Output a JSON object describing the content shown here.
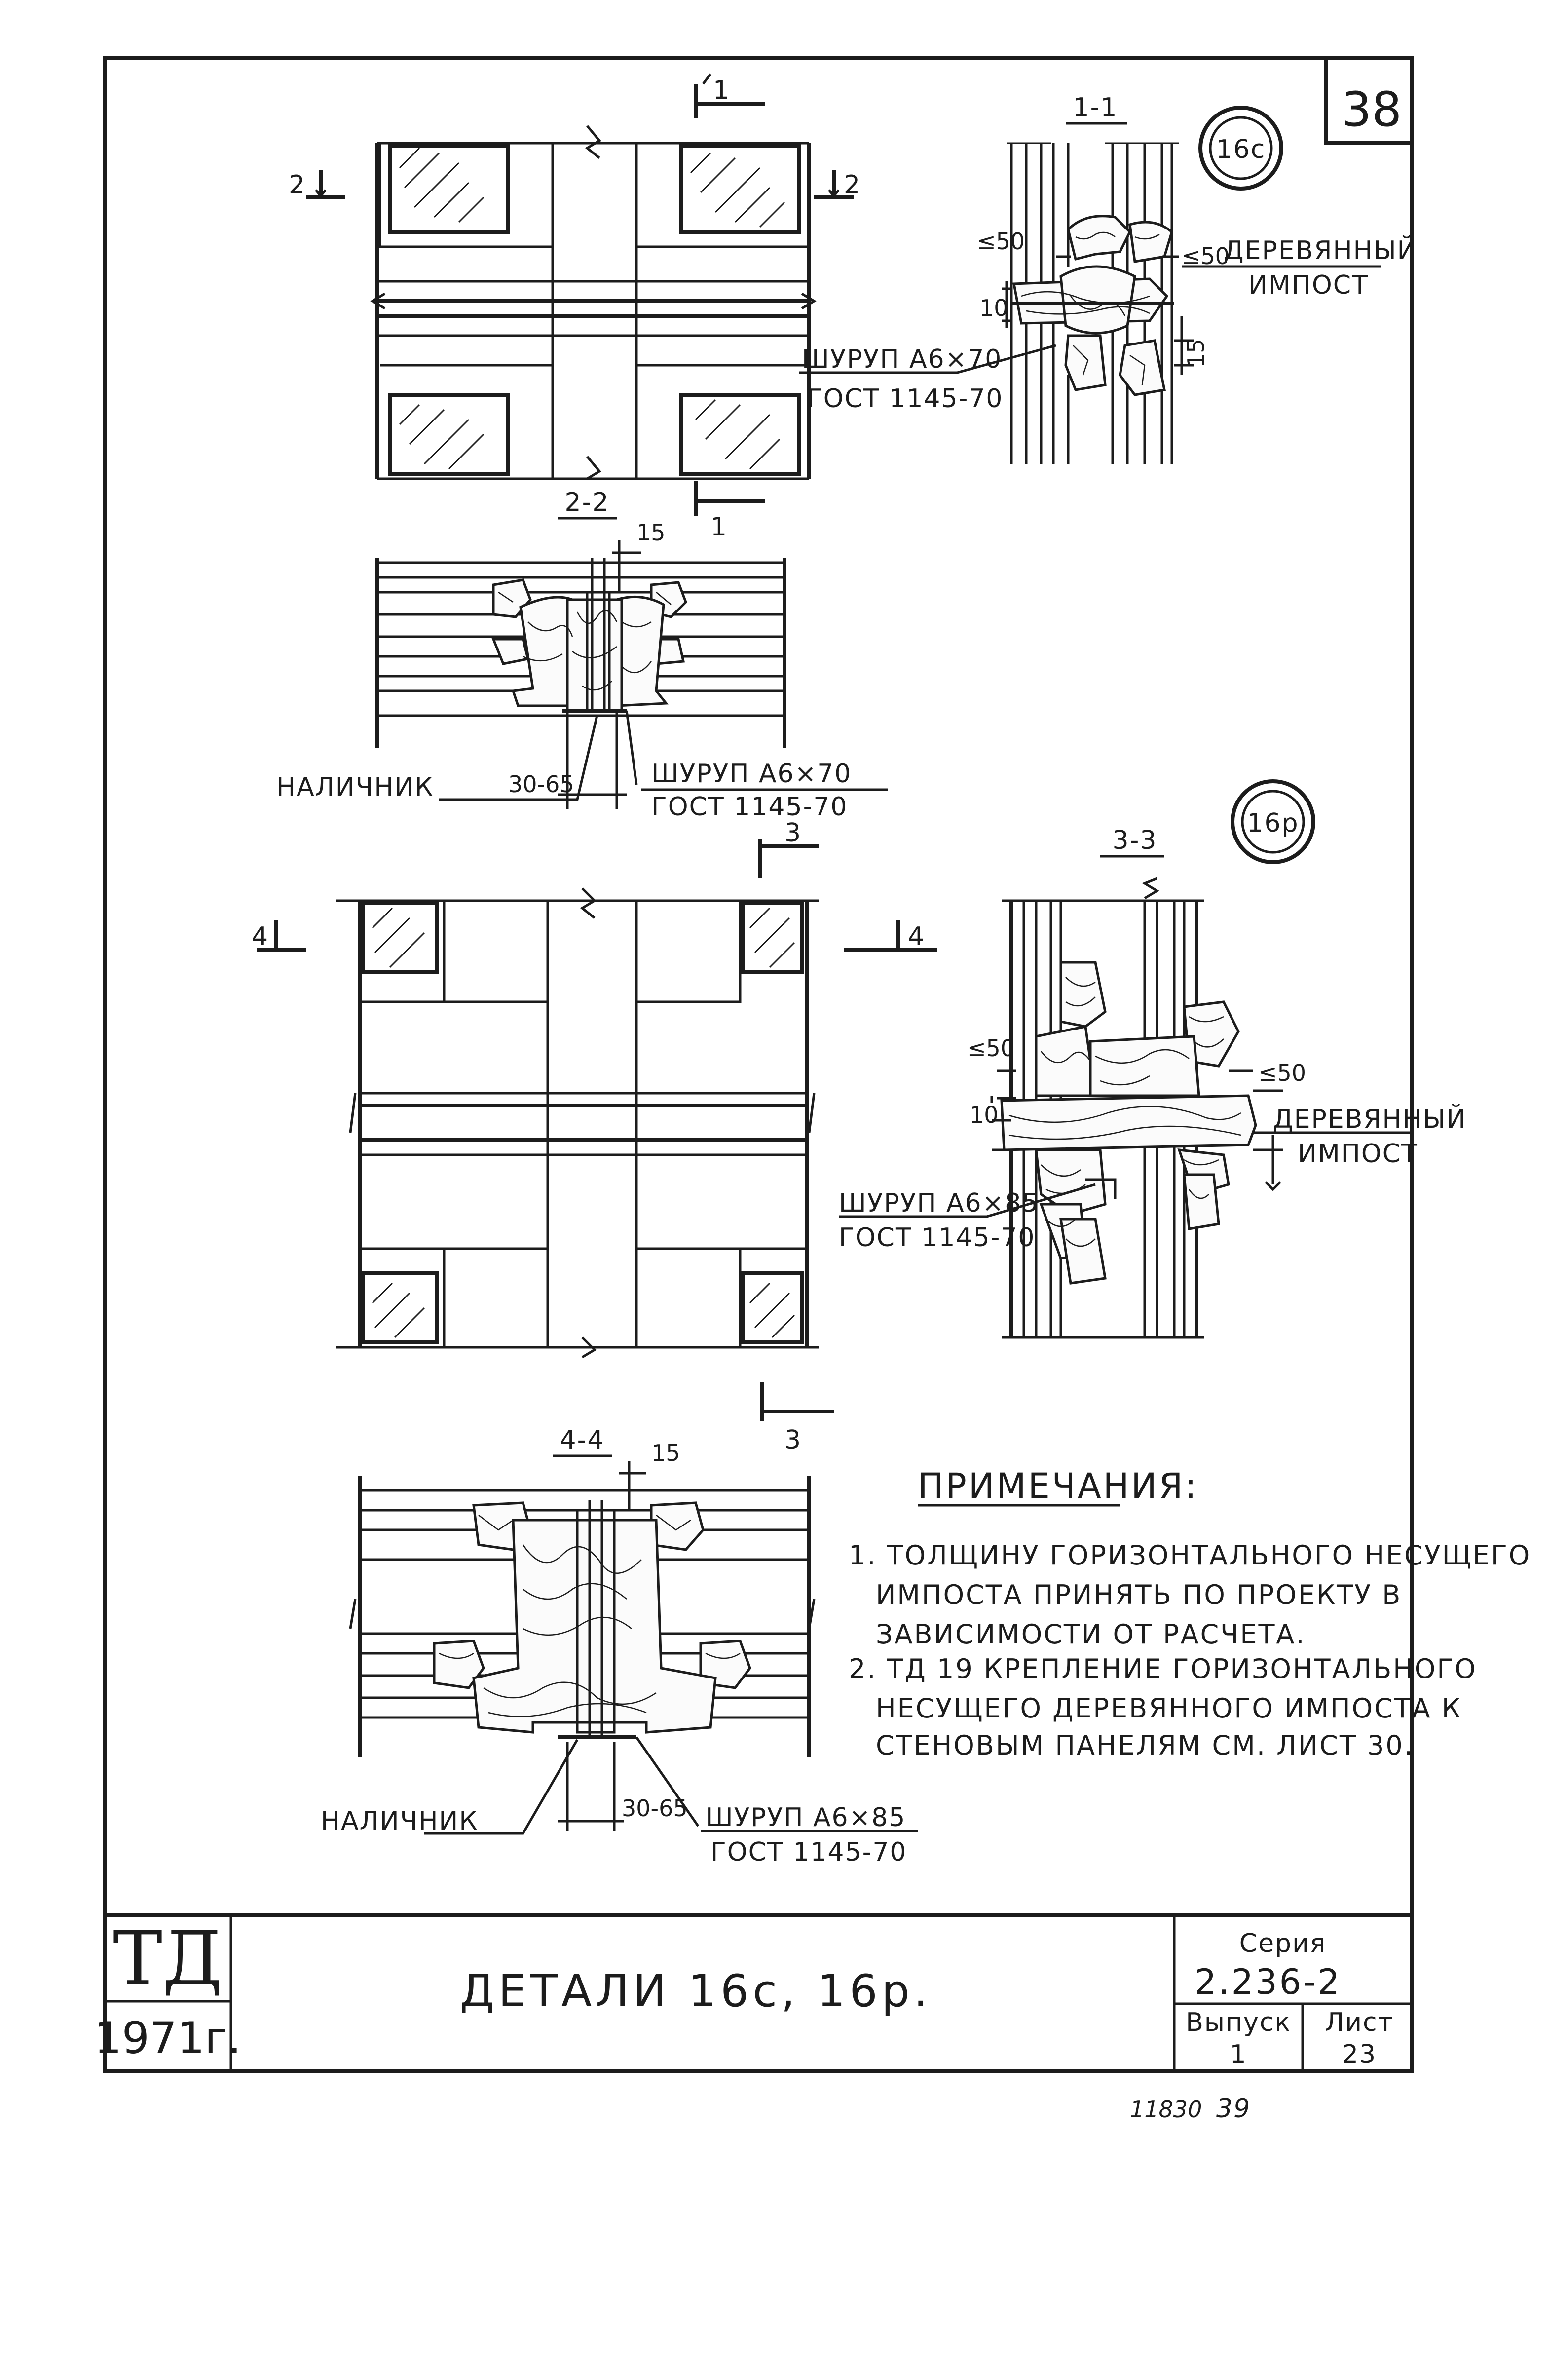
{
  "sheet": {
    "page_number": "38"
  },
  "markers": {
    "m16c": "16с",
    "m16r": "16р"
  },
  "sections": {
    "s11": "1-1",
    "s22": "2-2",
    "s33": "3-3",
    "s44": "4-4",
    "cut1_top": "1",
    "cut1_bottom": "1",
    "cut2_left": "2",
    "cut2_right": "2",
    "cut3_top": "3",
    "cut3_bottom": "3",
    "cut4_left": "4",
    "cut4_right": "4"
  },
  "labels": {
    "le50": "≤50",
    "d10": "10",
    "d15": "15",
    "wooden_impost_line1": "ДЕРЕВЯННЫЙ",
    "wooden_impost_line2": "ИМПОСТ",
    "screw_6x70": "ШУРУП А6×70",
    "gost_70": "ГОСТ 1145-70",
    "screw_6x85": "ШУРУП А6×85",
    "gost_85": "ГОСТ 1145-70",
    "gost_85_b": "ГОСТ 1145-70",
    "casing": "НАЛИЧНИК",
    "range_30_65": "30-65"
  },
  "notes": {
    "heading": "ПРИМЕЧАНИЯ:",
    "items": [
      "1. ТОЛЩИНУ ГОРИЗОНТАЛЬНОГО НЕСУЩЕГО",
      "ИМПОСТА ПРИНЯТЬ ПО ПРОЕКТУ В",
      "ЗАВИСИМОСТИ ОТ РАСЧЕТА.",
      "2. ТД 19 КРЕПЛЕНИЕ ГОРИЗОНТАЛЬНОГО",
      "НЕСУЩЕГО ДЕРЕВЯННОГО ИМПОСТА К",
      "СТЕНОВЫМ ПАНЕЛЯМ СМ. ЛИСТ 30."
    ]
  },
  "title_block": {
    "org": "ТД",
    "year": "1971г.",
    "title": "ДЕТАЛИ 16с, 16р.",
    "series_label": "Серия",
    "series_value": "2.236-2",
    "issue_label": "Выпуск",
    "issue_value": "1",
    "sheet_label": "Лист",
    "sheet_value": "23"
  },
  "footer": {
    "stamp": "11830",
    "number": "39"
  }
}
